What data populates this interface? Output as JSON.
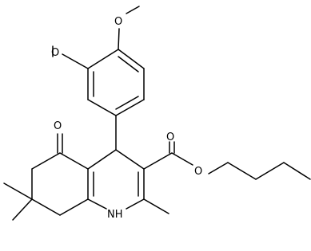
{
  "structure": {
    "atom_labels": {
      "methoxy_o_top": "O",
      "methoxy_o_left": "O",
      "ketone_o": "O",
      "ester_carbonyl_o": "O",
      "ester_ether_o": "O",
      "amine_nh": "NH"
    }
  }
}
